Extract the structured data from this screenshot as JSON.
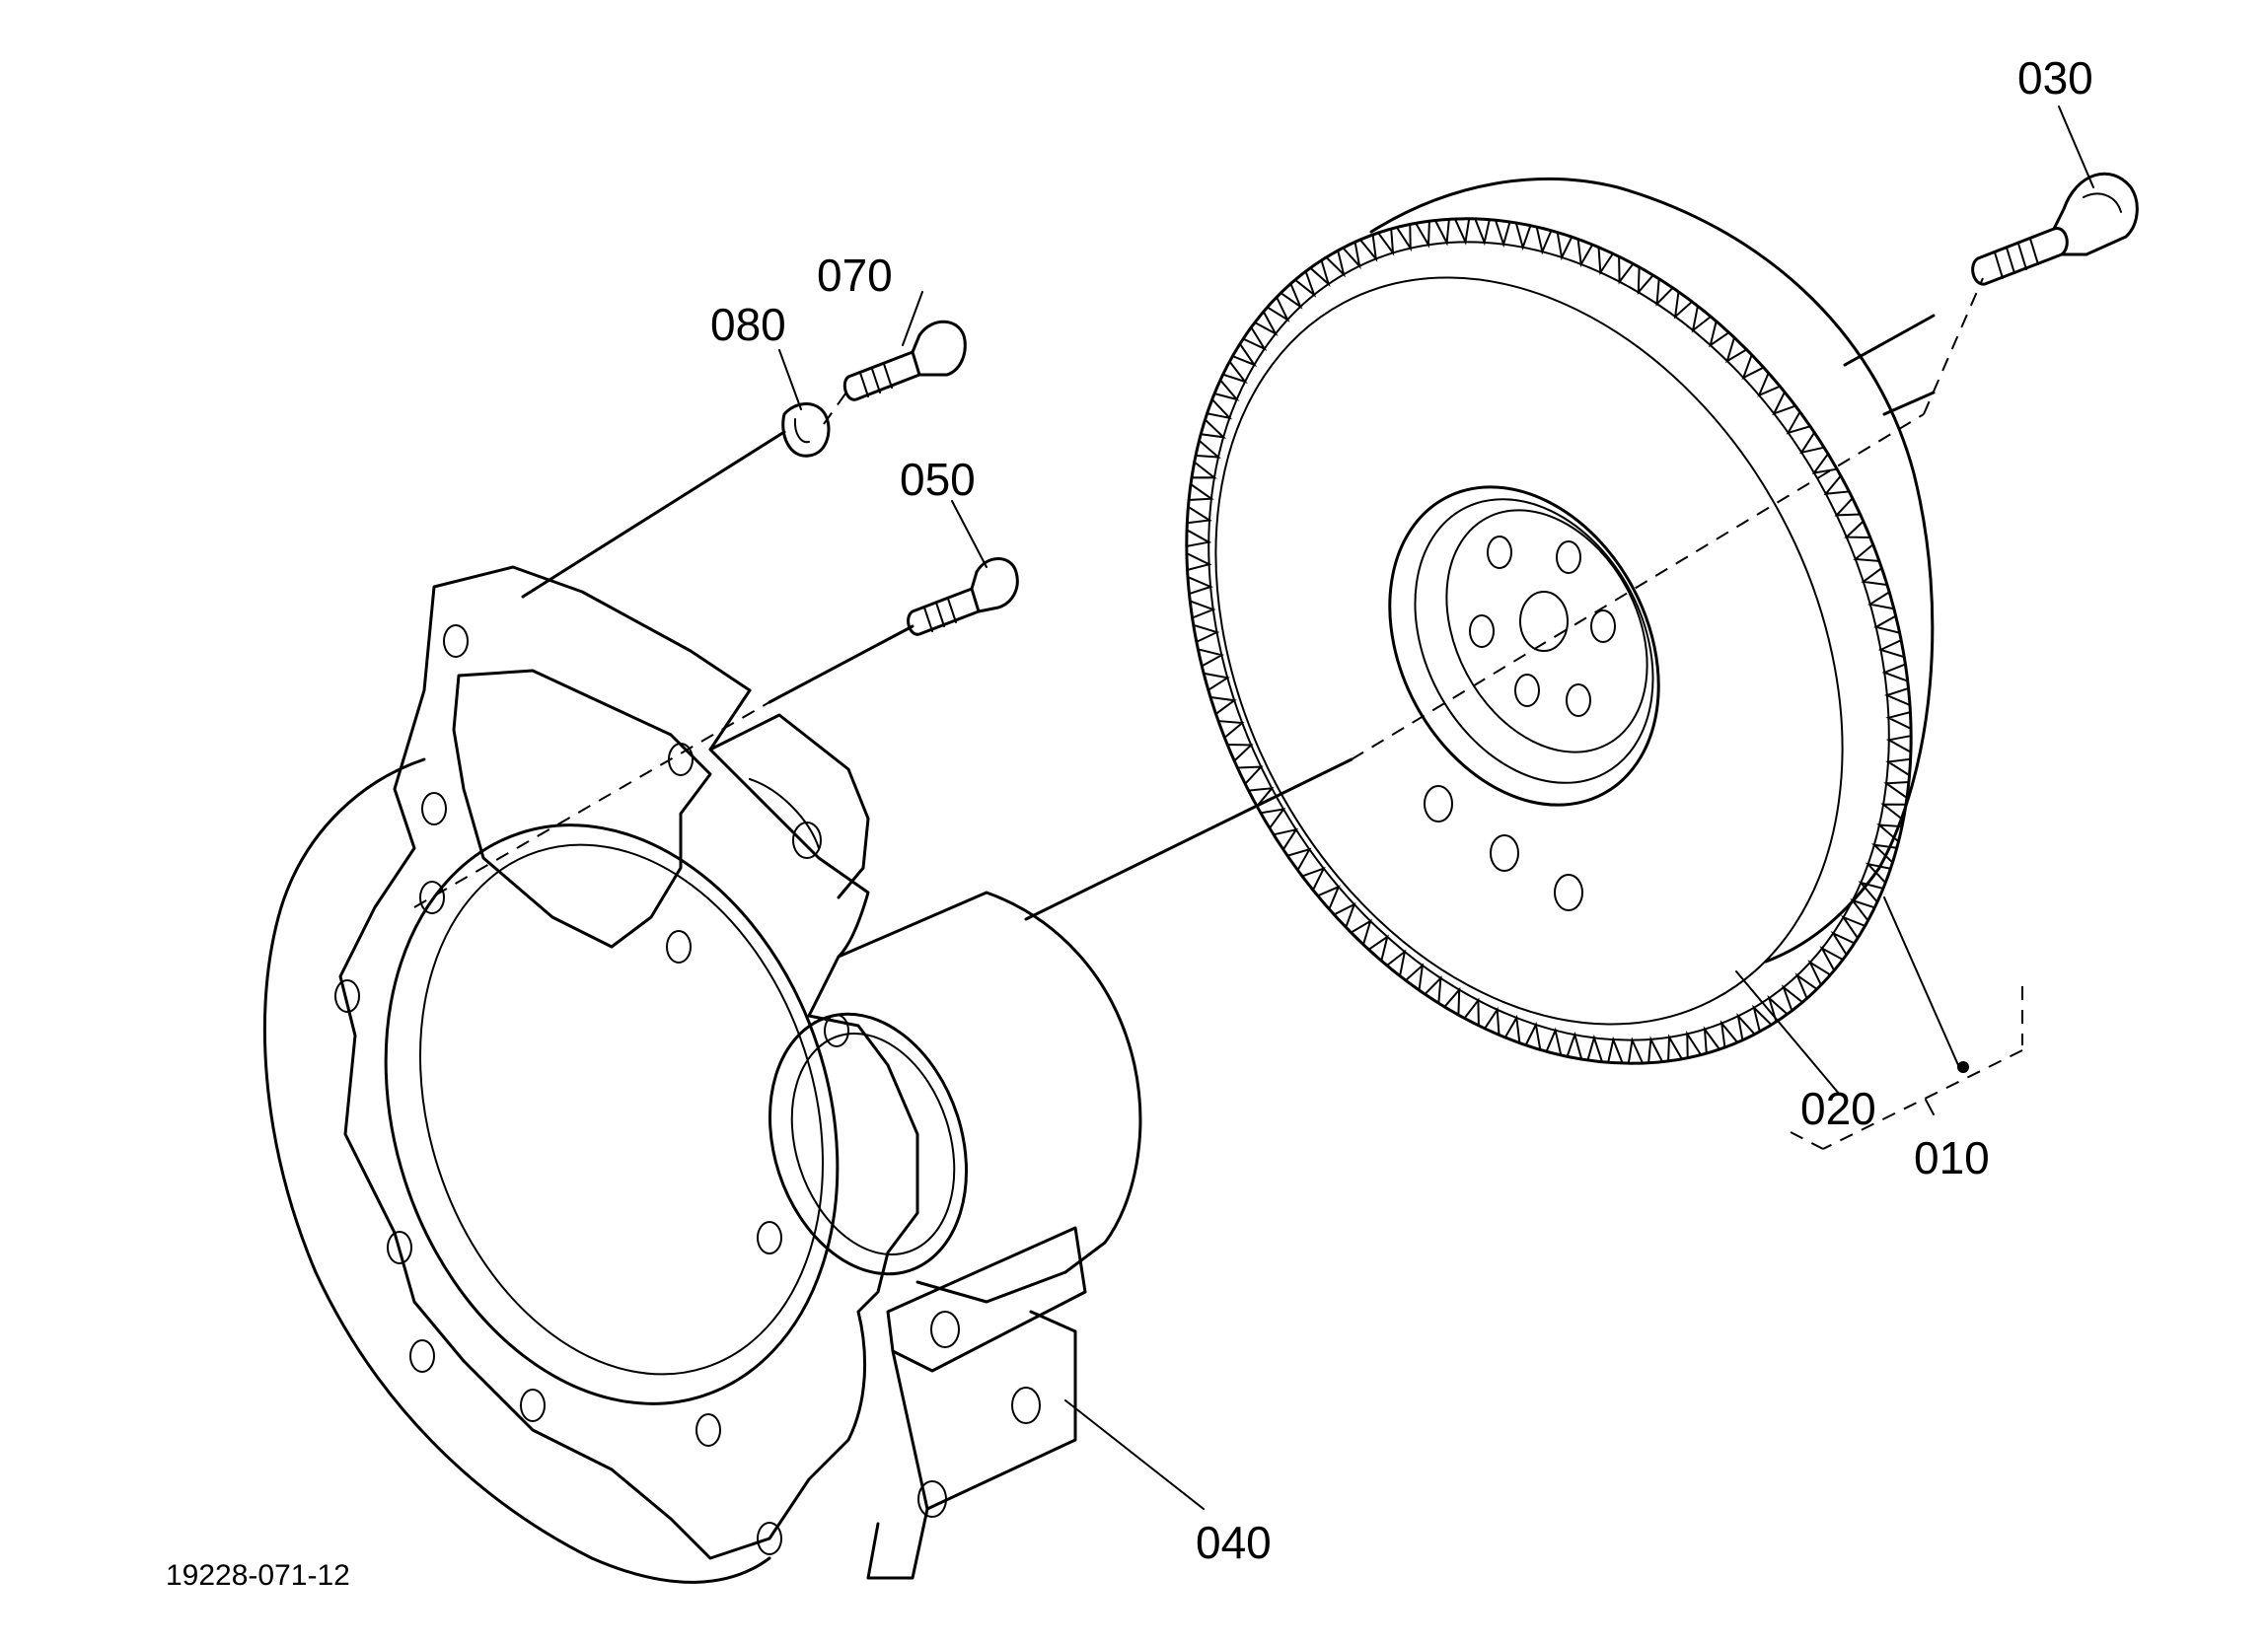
{
  "figure_number": "19228-071-12",
  "callouts": [
    {
      "id": "part-010",
      "label": "010"
    },
    {
      "id": "part-020",
      "label": "020"
    },
    {
      "id": "part-030",
      "label": "030"
    },
    {
      "id": "part-040",
      "label": "040"
    },
    {
      "id": "part-050",
      "label": "050"
    },
    {
      "id": "part-070",
      "label": "070"
    },
    {
      "id": "part-080",
      "label": "080"
    }
  ]
}
